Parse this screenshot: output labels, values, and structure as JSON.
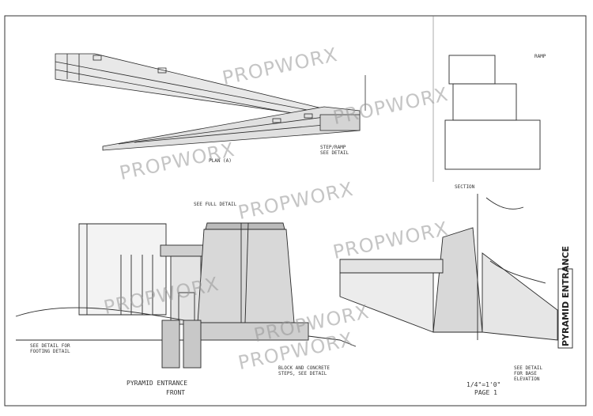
{
  "watermark": "PROPWORX",
  "title_block": "PYRAMID ENTRANCE",
  "captions": {
    "front_view": "PYRAMID ENTRANCE",
    "front_label": "FRONT",
    "scale_front": "1/4\"=1'0\"",
    "sheet_label": "PAGE 1"
  },
  "notes": {
    "plan_scale": "PLAN (A)",
    "upper_ramp_note": "STEP/RAMP\nSEE DETAIL",
    "front_label_a": "SEE FULL DETAIL",
    "base_note_left": "SEE DETAIL FOR\nFOOTING DETAIL",
    "base_note_center": "BLOCK AND CONCRETE\nSTEPS, SEE DETAIL",
    "right_note": "SEE DETAIL\nFOR BASE\nELEVATION",
    "section_label": "SECTION",
    "ramp_label": "RAMP"
  },
  "colors": {
    "line": "#2a2a2a",
    "paper": "#ffffff",
    "watermark": "#9a9a9a"
  }
}
